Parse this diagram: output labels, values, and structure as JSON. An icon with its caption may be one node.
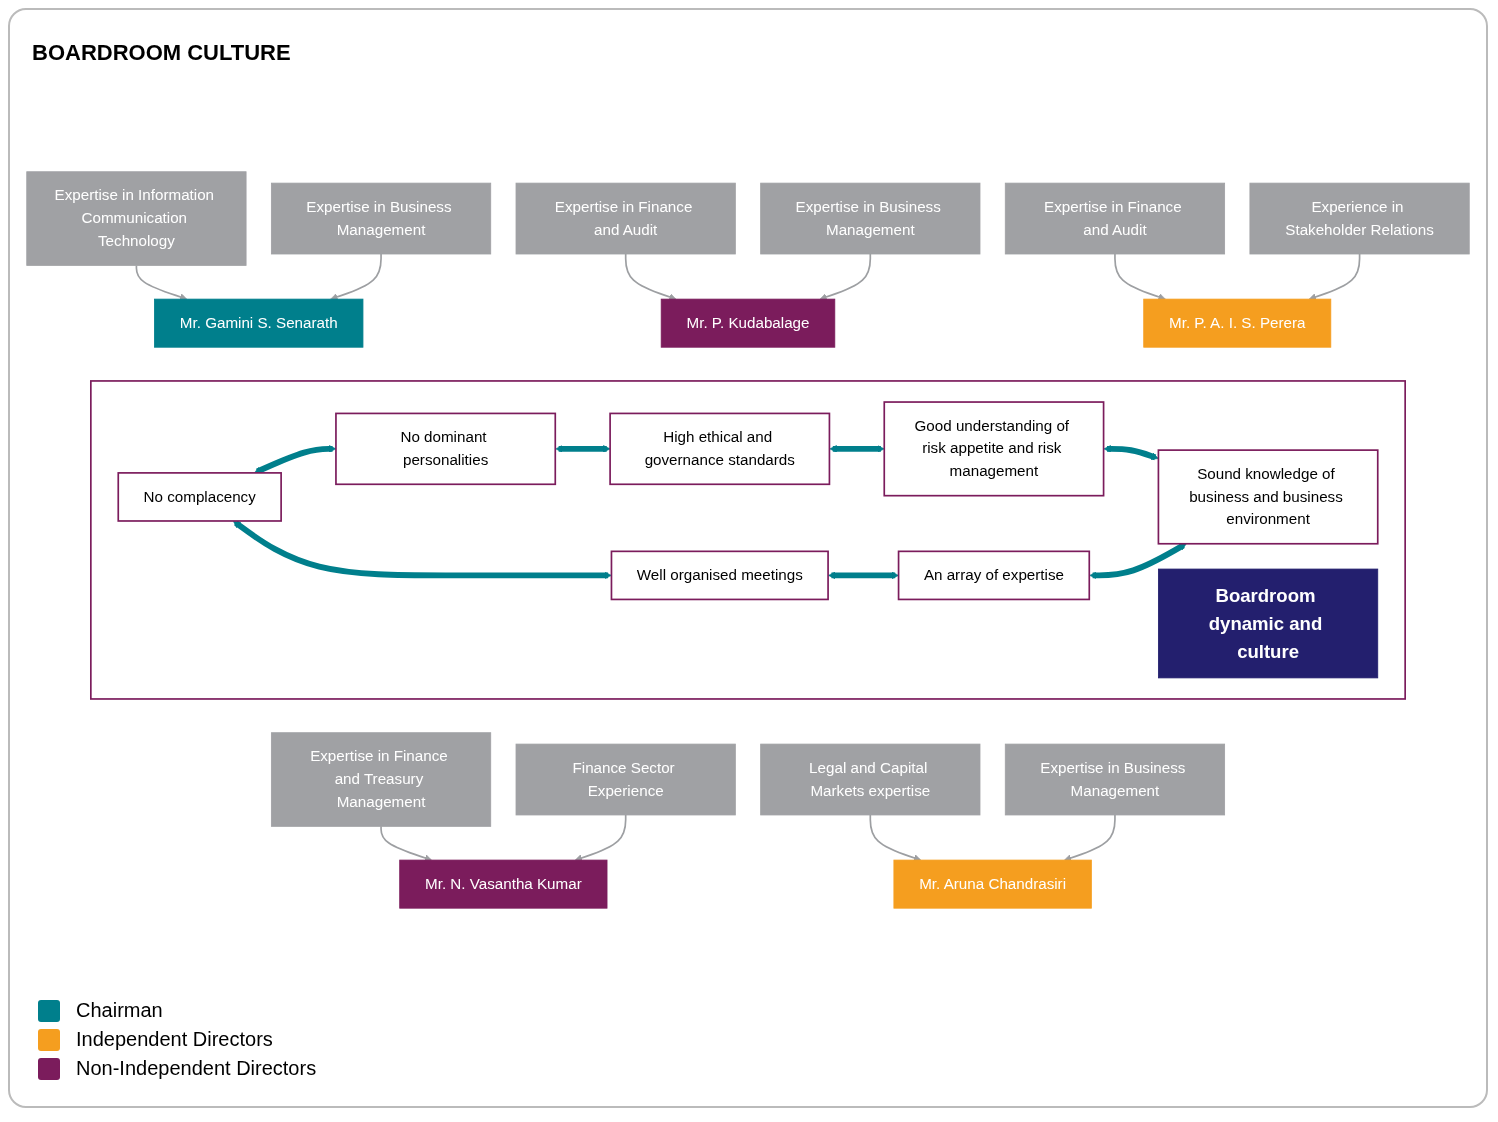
{
  "diagram": {
    "title": "BOARDROOM CULTURE",
    "nodes": [
      {
        "text": [
          "Expertise in Information Communication Technology"
        ]
      },
      {
        "text": [
          "Expertise in Business Management"
        ]
      },
      {
        "text": [
          "Mr. Gamini S. Senarath"
        ]
      },
      {
        "text": [
          "Expertise in Finance and Audit"
        ]
      },
      {
        "text": [
          "Expertise in Business Management"
        ]
      },
      {
        "text": [
          "Mr. P. Kudabalage"
        ]
      },
      {
        "text": [],
        "shape": "box"
      },
      {
        "text": [
          "No complacency"
        ],
        "in": 6
      },
      {
        "text": [
          "Well organised meetings"
        ],
        "in": 6
      },
      {
        "text": [
          "An array of expertise"
        ],
        "in": 6
      },
      {
        "text": [
          "No dominant personalities"
        ],
        "in": 6
      },
      {
        "text": [
          "Boardroom dynamic and culture"
        ],
        "in": 6
      },
      {
        "text": [
          "High ethical and governance standards"
        ],
        "in": 6
      },
      {
        "text": [
          "Good understanding of risk appetite and risk management"
        ],
        "in": 6
      },
      {
        "text": [
          "Sound knowledge of business and business environment"
        ],
        "in": 6
      },
      {
        "text": [
          "Mr. P. A. I. S. Perera"
        ]
      },
      {
        "text": [
          "Expertise in Finance and Audit"
        ]
      },
      {
        "text": [
          "Experience in Stakeholder Relations"
        ]
      },
      {
        "text": [
          "Mr. N. Vasantha Kumar"
        ]
      },
      {
        "text": [
          "Mr. Aruna Chandrasiri"
        ]
      },
      {
        "text": [
          "Expertise in Finance and Treasury Management"
        ]
      },
      {
        "text": [
          "Finance Sector Experience"
        ]
      },
      {
        "text": [
          "Legal and Capital Markets expertise"
        ]
      },
      {
        "text": [
          "Expertise in Business Management"
        ]
      }
    ],
    "edges": [
      {
        "from": 0,
        "to": 2,
        "arrow": "to"
      },
      {
        "from": 1,
        "to": 2,
        "arrow": "to"
      },
      {
        "from": 3,
        "to": 5,
        "arrow": "to"
      },
      {
        "from": 4,
        "to": 5,
        "arrow": "to"
      },
      {
        "from": 16,
        "to": 15,
        "arrow": "to"
      },
      {
        "from": 17,
        "to": 15,
        "arrow": "to"
      },
      {
        "from": 20,
        "to": 18,
        "arrow": "to"
      },
      {
        "from": 21,
        "to": 18,
        "arrow": "to"
      },
      {
        "from": 22,
        "to": 19,
        "arrow": "to"
      },
      {
        "from": 23,
        "to": 19,
        "arrow": "to"
      },
      {
        "from": 7,
        "to": 8,
        "arrow": "both",
        "style": "thick",
        "color": "#007f8c"
      },
      {
        "from": 8,
        "to": 9,
        "arrow": "both",
        "style": "thick",
        "color": "#007f8c"
      },
      {
        "from": 7,
        "to": 10,
        "arrow": "both",
        "style": "thick",
        "color": "#007f8c"
      },
      {
        "from": 10,
        "to": 12,
        "arrow": "both",
        "style": "thick",
        "color": "#007f8c"
      },
      {
        "from": 12,
        "to": 13,
        "arrow": "both",
        "style": "thick",
        "color": "#007f8c"
      },
      {
        "from": 13,
        "to": 14,
        "arrow": "both",
        "style": "thick",
        "color": "#007f8c"
      },
      {
        "from": 9,
        "to": 14,
        "arrow": "both",
        "style": "thick",
        "color": "#007f8c"
      }
    ],
    "legend": [
      {
        "text": "Chairman",
        "color": "#007f8c"
      },
      {
        "text": "Independent Directors",
        "color": "#f59e1f"
      },
      {
        "text": "Non-Independent Directors",
        "color": "#7b1c5c"
      }
    ]
  }
}
